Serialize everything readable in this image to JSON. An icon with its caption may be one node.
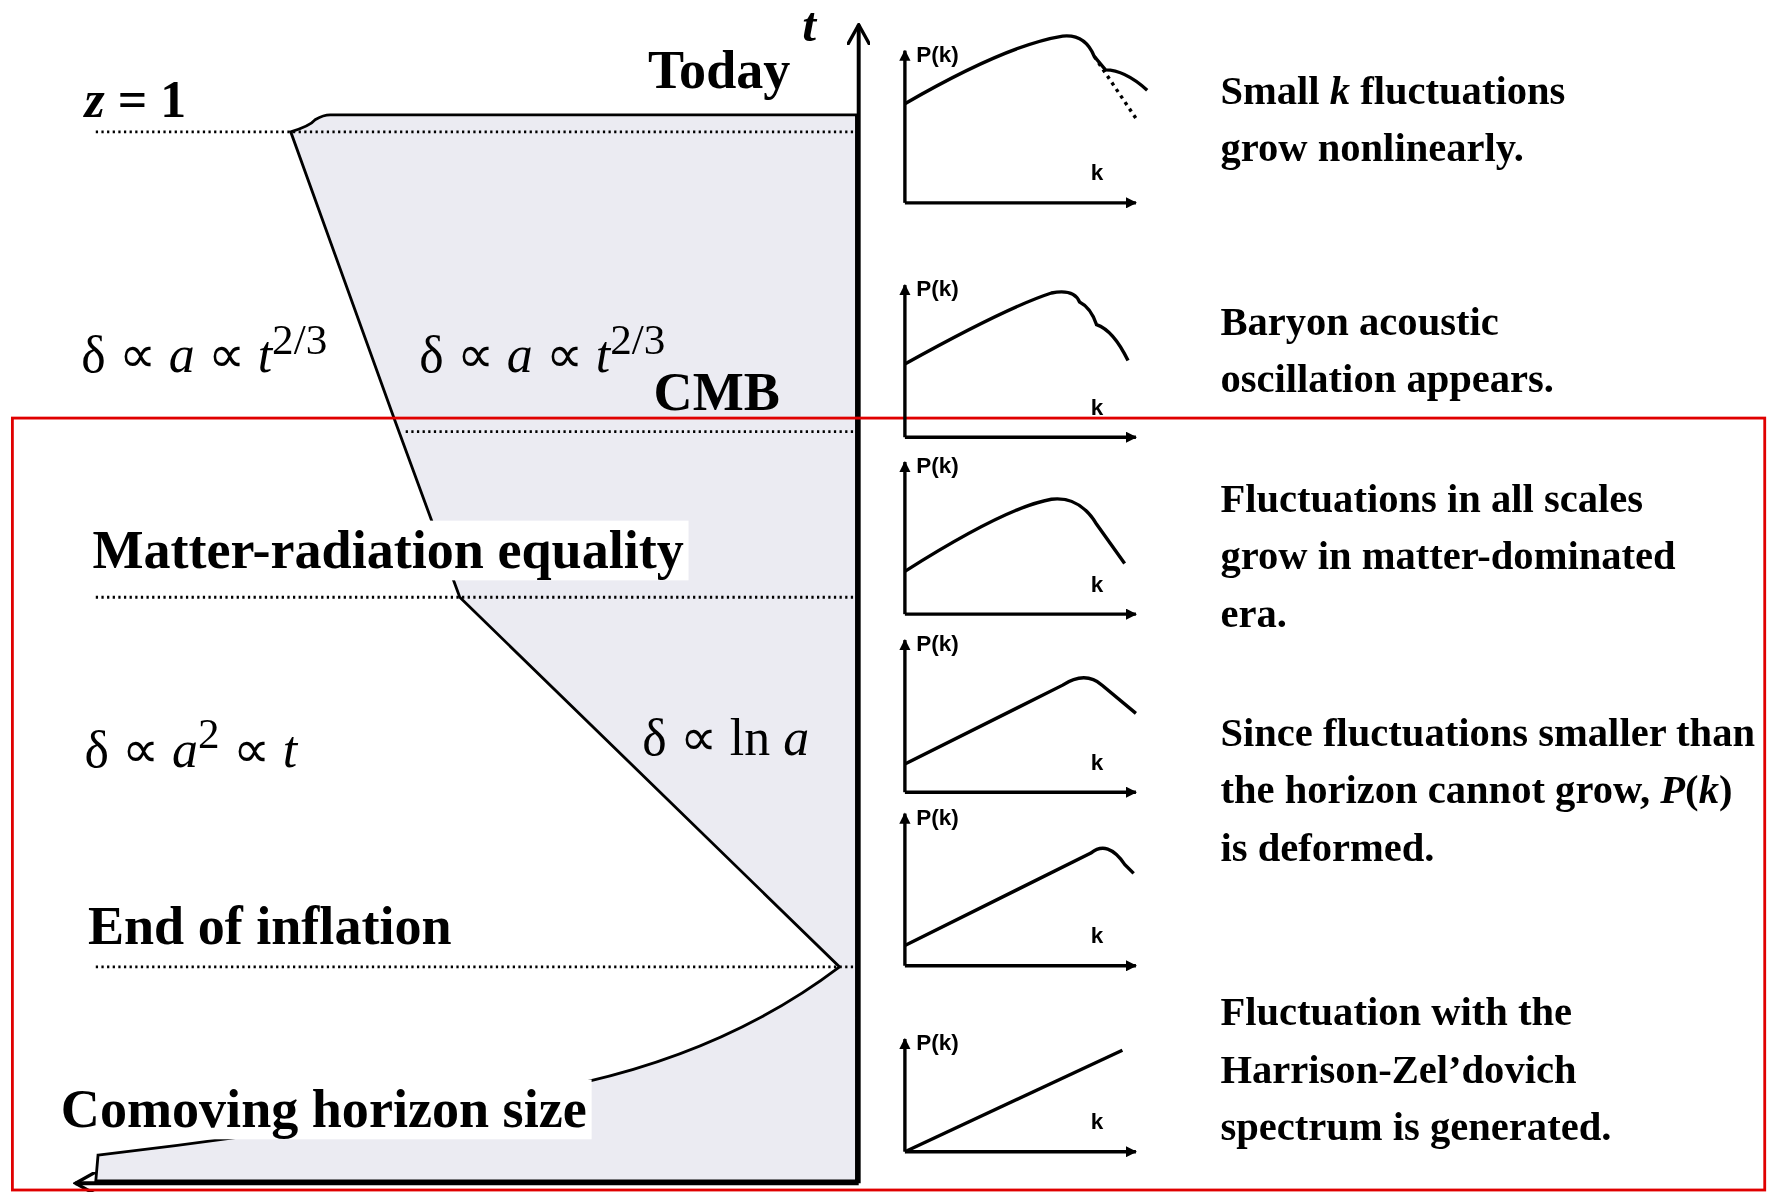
{
  "diagram": {
    "labels": [
      "t",
      "Today",
      "*z* = 1",
      "δ ∝ *a* ∝ *t*$^{2/3}$",
      "δ ∝ *a* ∝ *t*$^{2/3}$",
      "CMB",
      "Matter-radiation equality",
      "δ ∝ *a*$^{2}$ ∝ *t*",
      "δ ∝ ln *a*",
      "End of inflation",
      "Comoving horizon size",
      "Small *k* fluctuations grow nonlinearly.",
      "Baryon acoustic oscillation appears.",
      "Fluctuations in all scales grow in matter-dominated era.",
      "Since fluctuations smaller than the horizon cannot grow, *P*(*k*) is deformed.",
      "Fluctuation with the Harrison-Zel’dovich spectrum is generated.",
      "P(k)",
      "k",
      "P(k)",
      "k",
      "P(k)",
      "k",
      "P(k)",
      "k",
      "P(k)",
      "k",
      "P(k)",
      "k"
    ]
  }
}
